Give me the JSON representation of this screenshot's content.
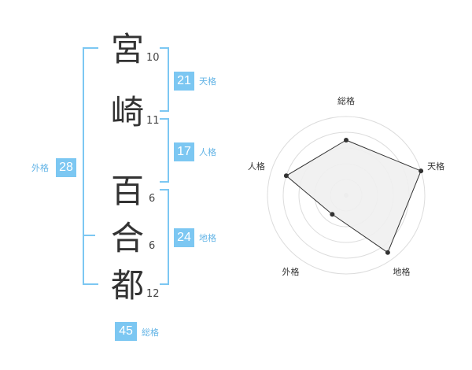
{
  "name_chars": [
    {
      "char": "宮",
      "strokes": "10"
    },
    {
      "char": "崎",
      "strokes": "11"
    },
    {
      "char": "百",
      "strokes": "6"
    },
    {
      "char": "合",
      "strokes": "6"
    },
    {
      "char": "都",
      "strokes": "12"
    }
  ],
  "fortunes": {
    "tenkaku": {
      "value": "21",
      "label": "天格"
    },
    "jinkaku": {
      "value": "17",
      "label": "人格"
    },
    "chikaku": {
      "value": "24",
      "label": "地格"
    },
    "gaikaku": {
      "value": "28",
      "label": "外格"
    },
    "soukaku": {
      "value": "45",
      "label": "総格"
    }
  },
  "colors": {
    "accent": "#7cc7f2",
    "accent_text": "#63b4e6",
    "radar_fill": "#f0f0f0",
    "radar_line": "#333333"
  },
  "chart_data": {
    "type": "radar",
    "axes": [
      "総格",
      "天格",
      "地格",
      "外格",
      "人格"
    ],
    "values": [
      3.5,
      5,
      4.5,
      1.5,
      4
    ],
    "rings": 5,
    "max": 5
  }
}
